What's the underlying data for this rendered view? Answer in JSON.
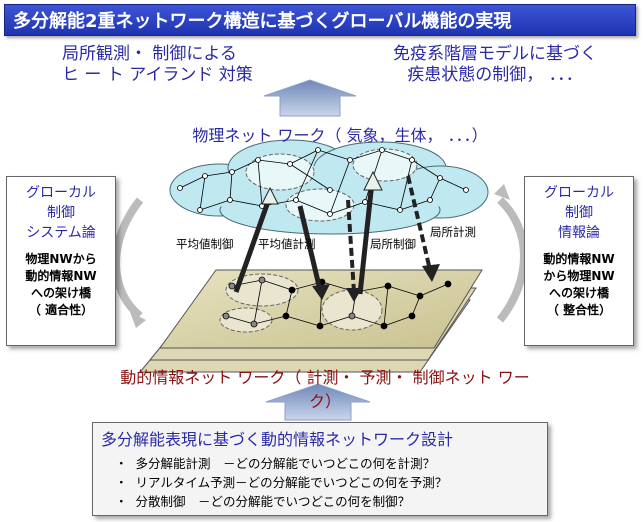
{
  "banner": {
    "title": "多分解能2重ネットワーク構造に基づくグローバル機能の実現"
  },
  "goals": {
    "left": [
      "局所観測・ 制御による",
      "ヒ ー ト アイランド 対策"
    ],
    "right": [
      "免疫系階層モデルに基づく",
      "疾患状態の制御，  ．．．"
    ]
  },
  "physical_network": {
    "title": "物理ネット ワーク（ 気象，生体，  ．．．）"
  },
  "left_box": {
    "title": [
      "グローカル",
      "制御",
      "システム論"
    ],
    "body": [
      "物理NWから",
      "動的情報NW",
      "への架け橋",
      "（ 適合性）"
    ]
  },
  "right_box": {
    "title": [
      "グローカル",
      "制御",
      "情報論"
    ],
    "body": [
      "動的情報NW",
      "から物理NW",
      "への架け橋",
      "（ 整合性）"
    ]
  },
  "arrow_labels": {
    "avg_control": "平均値制御",
    "avg_measure": "平均値計測",
    "local_control": "局所制御",
    "local_measure": "局所計測"
  },
  "dynamic_network": {
    "title": "動的情報ネット ワーク（ 計測・ 予測・ 制御ネット ワーク）"
  },
  "bottom_box": {
    "title": "多分解能表現に基づく動的情報ネットワーク設計",
    "items": [
      "多分解能計測　－どの分解能でいつどこの何を計測？",
      "リアルタイム予測－どの分解能でいつどこの何を予測？",
      "分散制御　－どの分解能でいつどこの何を制御？"
    ]
  },
  "colors": {
    "banner": "#2a40c4",
    "cloud": "#bfe8f0",
    "plane": "#d9d3ad",
    "accent_text": "#2a2aa8",
    "dyn_text": "#8a1010"
  }
}
